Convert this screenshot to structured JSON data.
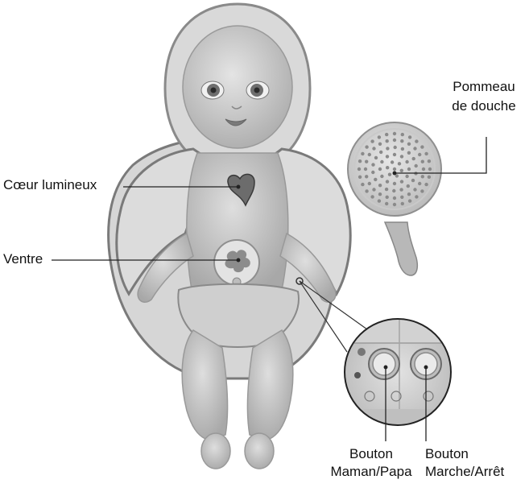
{
  "labels": {
    "heart": "Cœur lumineux",
    "belly": "Ventre",
    "shower_line1": "Pommeau",
    "shower_line2": "de douche",
    "btn_parent_line1": "Bouton",
    "btn_parent_line2": "Maman/Papa",
    "btn_power_line1": "Bouton",
    "btn_power_line2": "Marche/Arrêt"
  },
  "colors": {
    "skin": "#c9c9c9",
    "skin_shadow": "#a9a9a9",
    "towel": "#d9d9d9",
    "towel_edge": "#8a8a8a",
    "outline": "#333333"
  }
}
